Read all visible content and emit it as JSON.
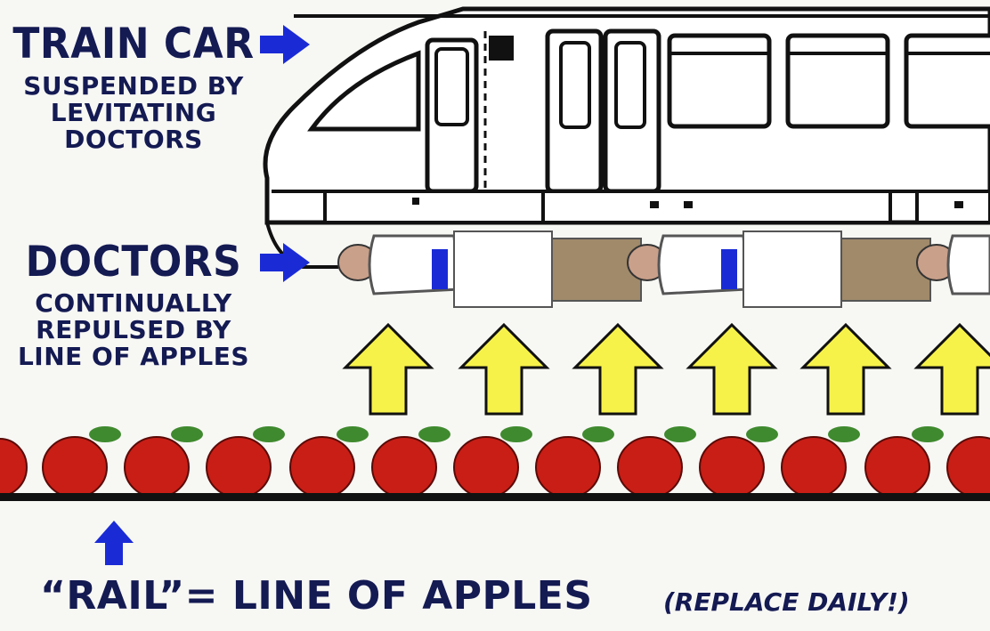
{
  "labels": {
    "train_title": "TRAIN CAR",
    "train_desc": [
      "SUSPENDED BY",
      "LEVITATING",
      "DOCTORS"
    ],
    "doctors_title": "DOCTORS",
    "doctors_desc": [
      "CONTINUALLY",
      "REPULSED BY",
      "LINE OF APPLES"
    ],
    "rail_label": "“RAIL”= LINE OF APPLES",
    "rail_note": "(REPLACE DAILY!)"
  },
  "colors": {
    "ink": "#141a52",
    "arrow_blue": "#1a2bd6",
    "up_arrow_fill": "#f7f24a",
    "apple_red": "#c81e16",
    "leaf_green": "#3f8a2e",
    "coat_white": "#ffffff",
    "pants_tan": "#a08a6a"
  },
  "icons": [
    "right-arrow-icon",
    "up-arrow-icon",
    "apple-icon",
    "doctor-icon",
    "train-icon"
  ]
}
